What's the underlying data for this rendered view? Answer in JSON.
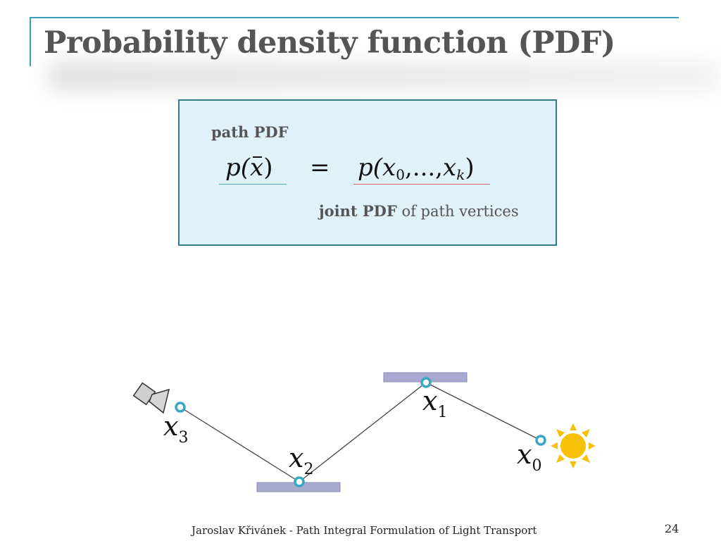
{
  "slide": {
    "title": "Probability density function (PDF)",
    "footer": "Jaroslav Křivánek - Path Integral Formulation of Light Transport",
    "page_number": "24"
  },
  "formula": {
    "path_label": "path PDF",
    "lhs_func": "p(",
    "lhs_var": "x",
    "lhs_close": ")",
    "equals": "=",
    "rhs_func": "p(",
    "rhs_x0": "x",
    "rhs_x0_sub": "0",
    "rhs_mid": ",...,",
    "rhs_xk": "x",
    "rhs_xk_sub": "k",
    "rhs_close": ")",
    "joint_bold": "joint PDF",
    "joint_rest": " of path vertices"
  },
  "diagram": {
    "vertices": [
      {
        "name": "x",
        "sub": "0"
      },
      {
        "name": "x",
        "sub": "1"
      },
      {
        "name": "x",
        "sub": "2"
      },
      {
        "name": "x",
        "sub": "3"
      }
    ],
    "icons": [
      "camera-icon",
      "sun-icon"
    ],
    "colors": {
      "vertex_fill": "#ffffff",
      "vertex_stroke": "#3aa6c4",
      "surface": "#a9a9cf",
      "sun": "#f7c10a",
      "camera": "#cfcfcf",
      "box_fill": "#dff2f9",
      "box_border": "#2f7c8c",
      "accent_rule": "#3a9fb8"
    }
  }
}
